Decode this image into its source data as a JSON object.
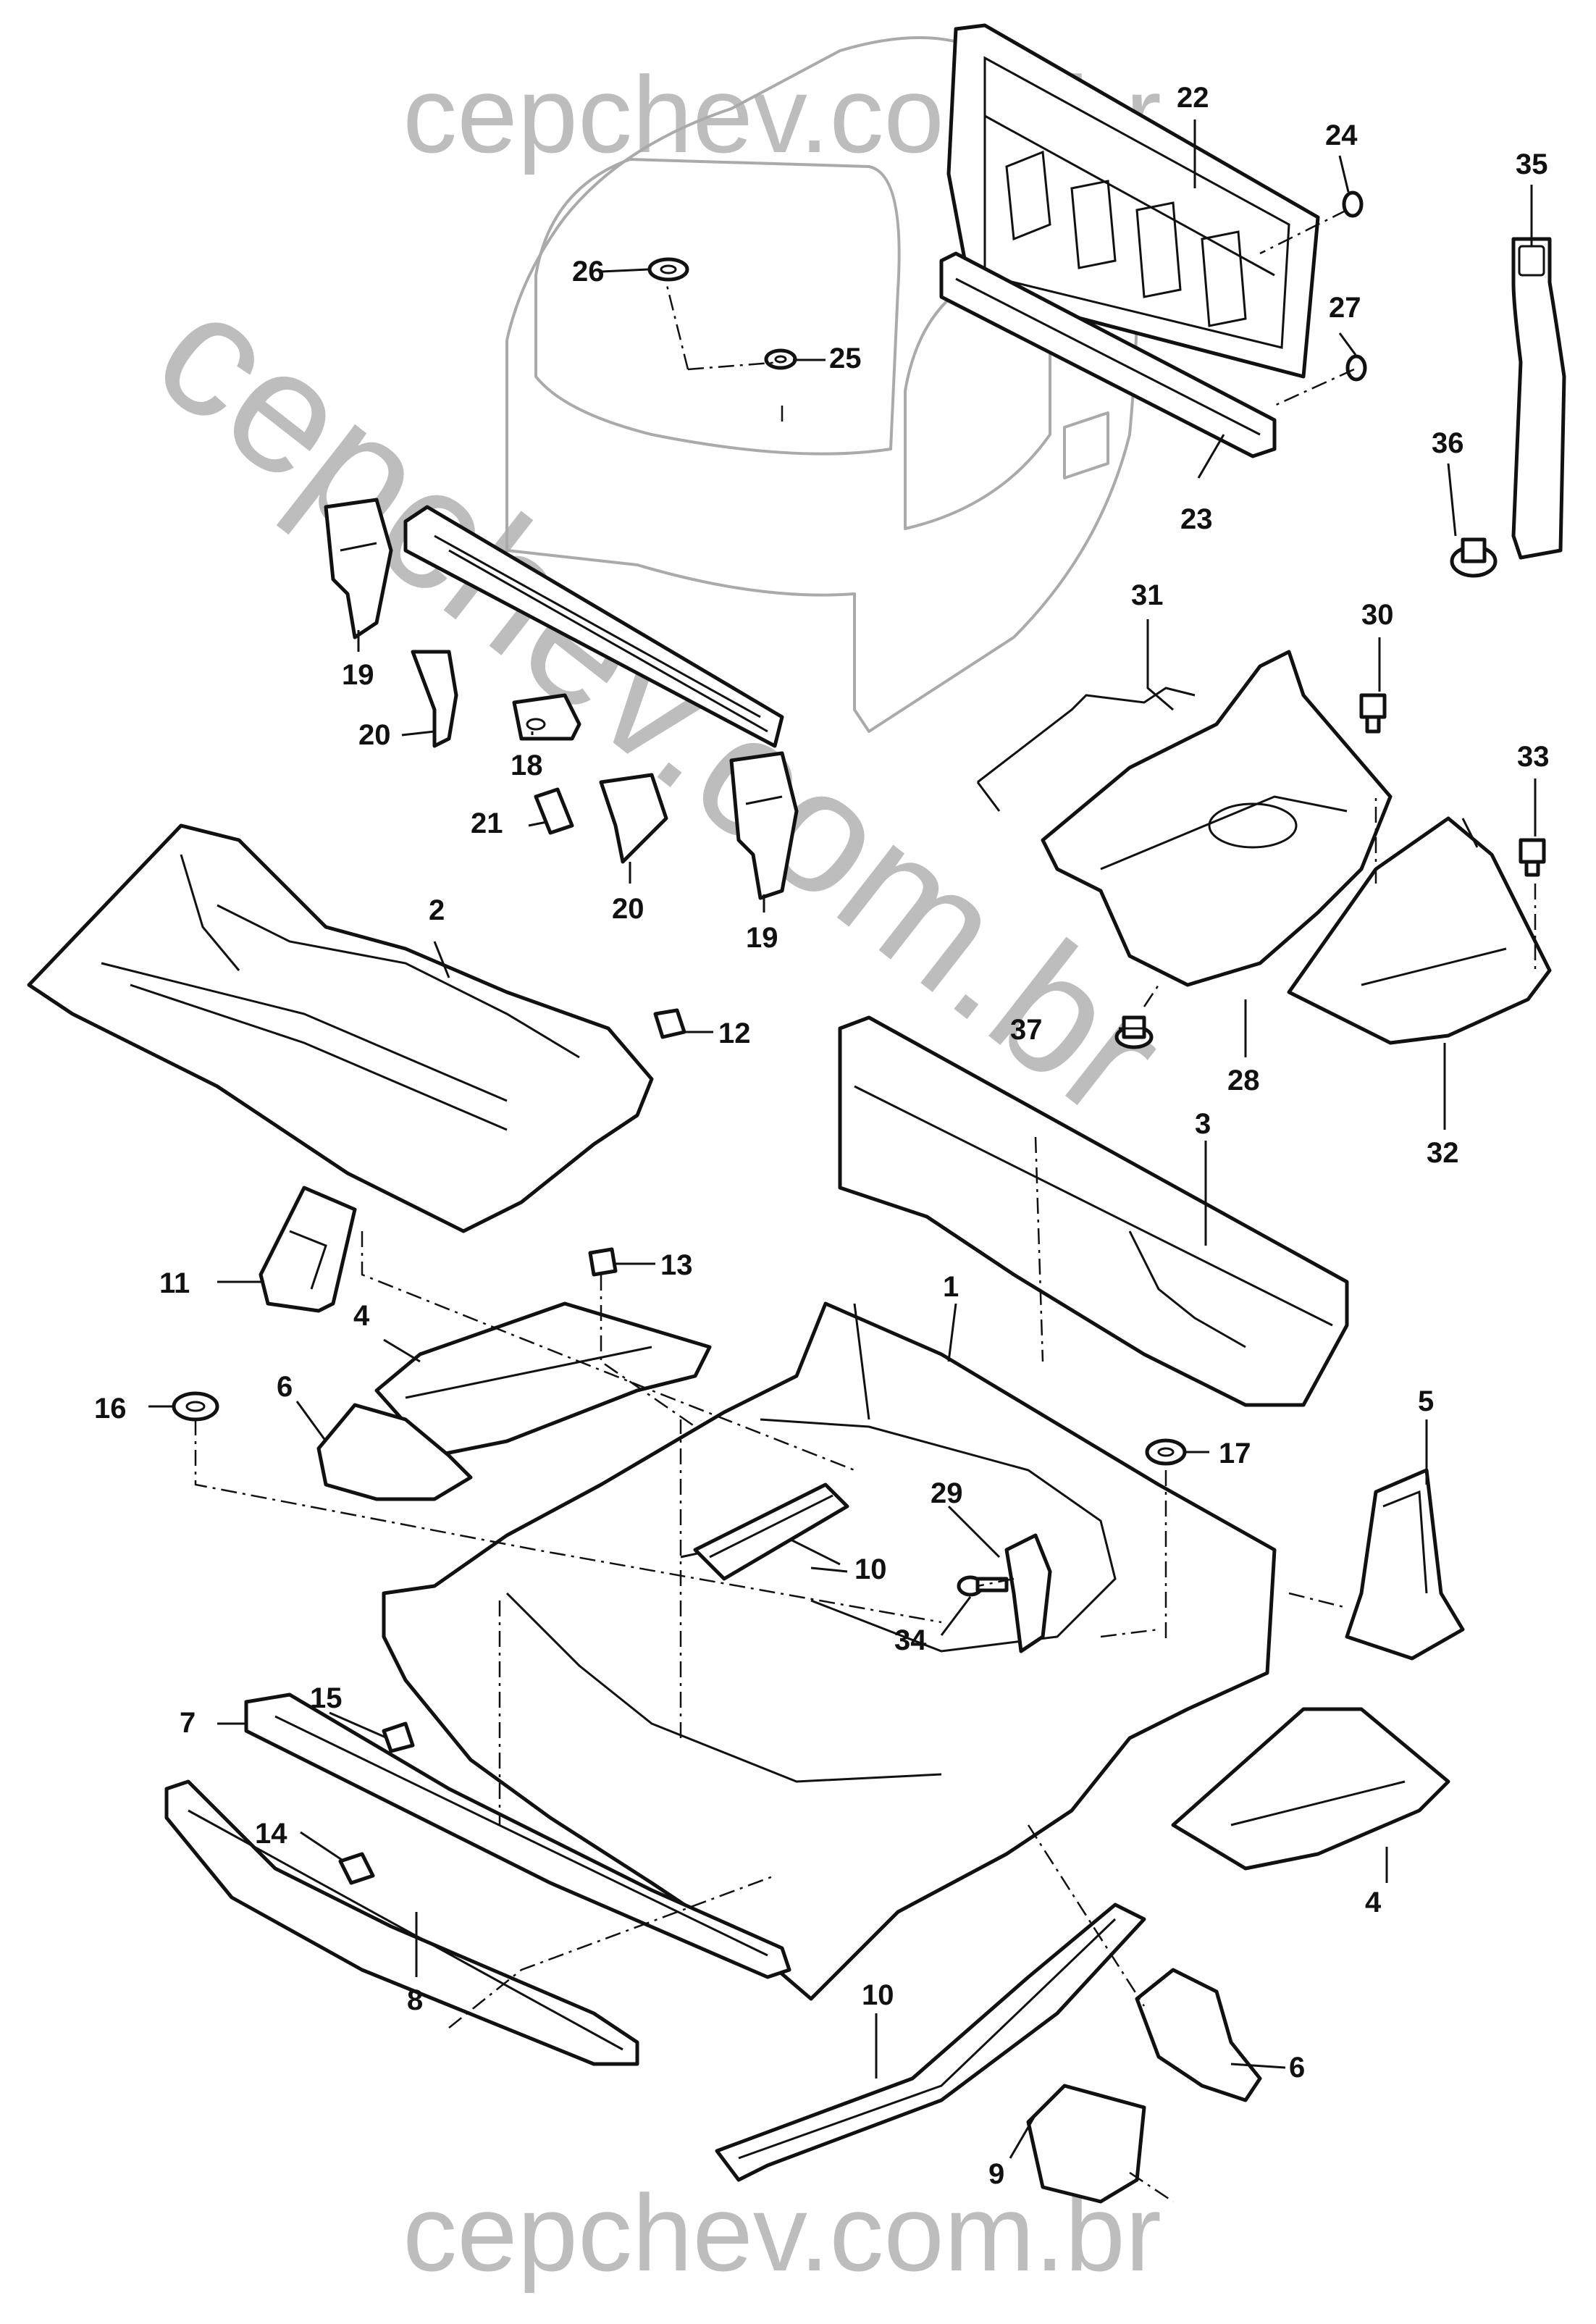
{
  "watermark": {
    "top": "cepchev.com.br",
    "diagonal": "cepchev.com.br",
    "bottom": "cepchev.com.br",
    "color": "#bdbdbd"
  },
  "callouts": {
    "c1": "1",
    "c2": "2",
    "c3": "3",
    "c4a": "4",
    "c4b": "4",
    "c5": "5",
    "c6a": "6",
    "c6b": "6",
    "c7": "7",
    "c8": "8",
    "c9": "9",
    "c10a": "10",
    "c10b": "10",
    "c11": "11",
    "c12": "12",
    "c13": "13",
    "c14": "14",
    "c15": "15",
    "c16": "16",
    "c17": "17",
    "c18": "18",
    "c19a": "19",
    "c19b": "19",
    "c20a": "20",
    "c20b": "20",
    "c21": "21",
    "c22": "22",
    "c23": "23",
    "c24": "24",
    "c25": "25",
    "c26": "26",
    "c27": "27",
    "c28": "28",
    "c29": "29",
    "c30": "30",
    "c31": "31",
    "c32": "32",
    "c33": "33",
    "c34": "34",
    "c35": "35",
    "c36": "36",
    "c37": "37"
  }
}
